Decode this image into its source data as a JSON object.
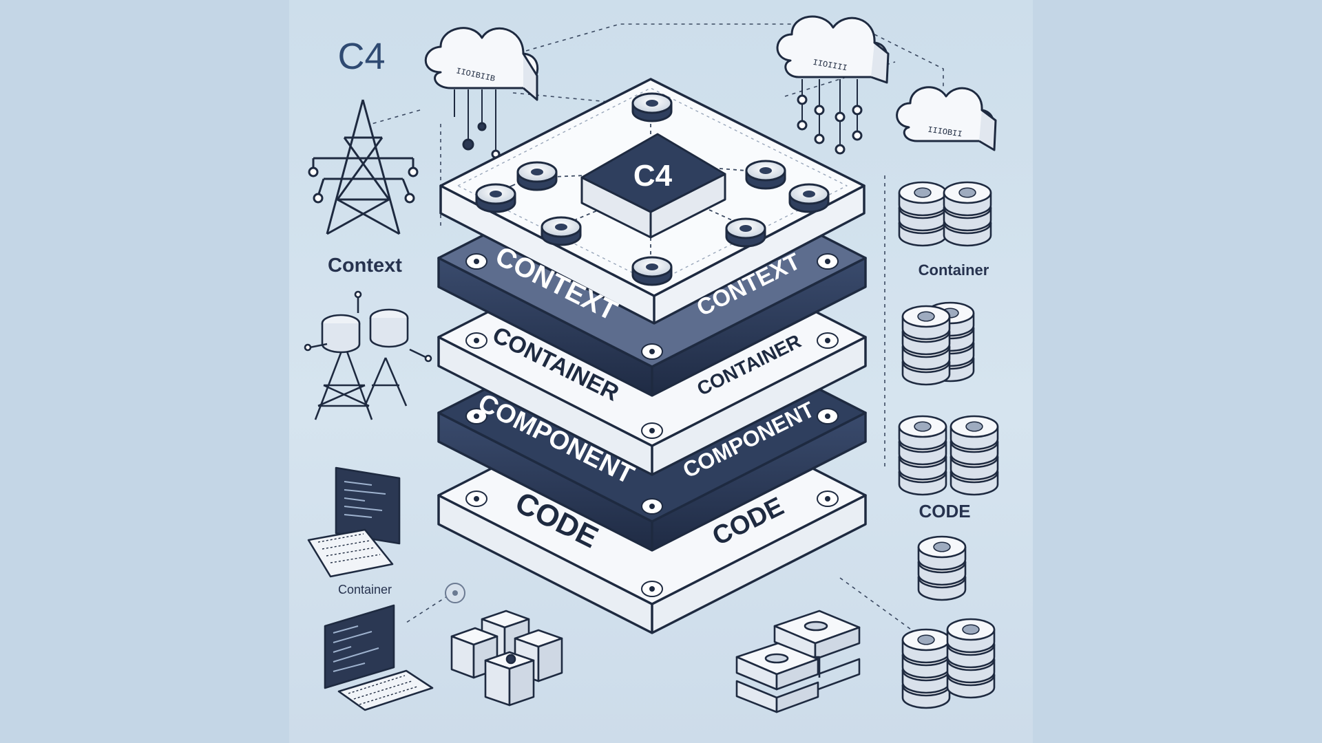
{
  "title": "C4",
  "center_badge": "C4",
  "left_labels": {
    "context": "Context",
    "container": "Container"
  },
  "right_labels": {
    "container": "Container",
    "code": "CODE"
  },
  "layers": [
    {
      "left": "CONTEXT",
      "right": "CONTEXT"
    },
    {
      "left": "CONTAINER",
      "right": "CONTAINER"
    },
    {
      "left": "COMPONENT",
      "right": "COMPONENT"
    },
    {
      "left": "CODE",
      "right": "CODE"
    }
  ],
  "cloud_text": [
    "IIOIBIIB",
    "IIOIIII",
    "IIIOBII"
  ],
  "colors": {
    "navy": "#2f3f5e",
    "slate": "#5d6d8e",
    "paper": "#f6f8fb",
    "stroke": "#1e2a40",
    "background": "#c4d6e6"
  }
}
